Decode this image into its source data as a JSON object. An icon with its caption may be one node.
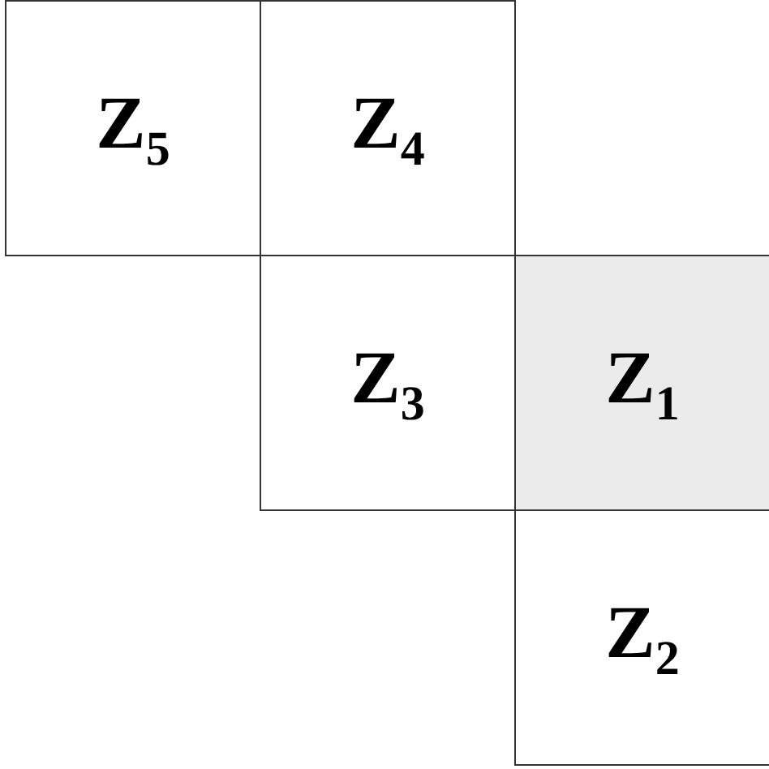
{
  "diagram": {
    "nodes": [
      {
        "text": [
          "Z$_{5}$"
        ]
      },
      {
        "text": [
          "Z$_{4}$"
        ]
      },
      {
        "text": [
          "Z$_{3}$"
        ]
      },
      {
        "text": [
          "Z$_{1}$"
        ]
      },
      {
        "text": [
          "Z$_{2}$"
        ]
      }
    ]
  }
}
